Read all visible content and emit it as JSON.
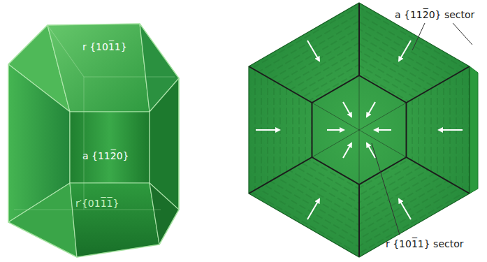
{
  "diagram": {
    "labels": [
      "r {101̅1}",
      "a {112̅0}",
      "r′{011̅1̅}",
      "a {112̅0} sector",
      "r {101̅1} sector"
    ]
  }
}
